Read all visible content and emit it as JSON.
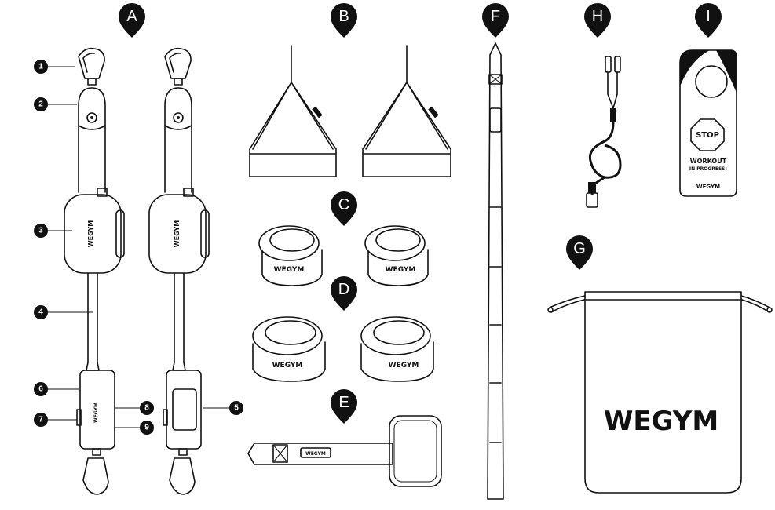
{
  "pins": {
    "a": "A",
    "b": "B",
    "c": "C",
    "d": "D",
    "e": "E",
    "f": "F",
    "g": "G",
    "h": "H",
    "i": "I"
  },
  "callouts": {
    "c1": "1",
    "c2": "2",
    "c3": "3",
    "c4": "4",
    "c5": "5",
    "c6": "6",
    "c7": "7",
    "c8": "8",
    "c9": "9"
  },
  "brand": {
    "logo_text": "WEGYM",
    "bag_logo": "WEGYM"
  },
  "door_hanger": {
    "stop": "STOP",
    "line1": "WORKOUT",
    "line2": "IN PROGRESS!",
    "logo": "WEGYM"
  },
  "colors": {
    "ink": "#111111",
    "paper": "#ffffff"
  }
}
